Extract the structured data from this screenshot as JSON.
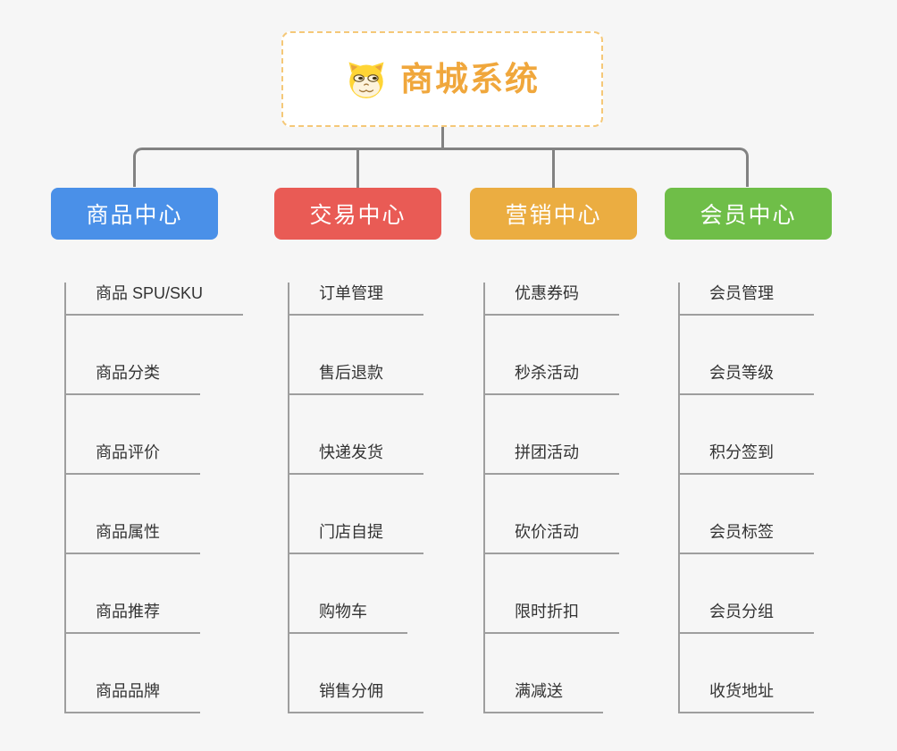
{
  "root": {
    "title": "商城系统",
    "icon": "doge-icon"
  },
  "branches": [
    {
      "id": "product-center",
      "label": "商品中心",
      "color": "#4A90E8",
      "children": [
        "商品 SPU/SKU",
        "商品分类",
        "商品评价",
        "商品属性",
        "商品推荐",
        "商品品牌"
      ]
    },
    {
      "id": "trade-center",
      "label": "交易中心",
      "color": "#E95B55",
      "children": [
        "订单管理",
        "售后退款",
        "快递发货",
        "门店自提",
        "购物车",
        "销售分佣"
      ]
    },
    {
      "id": "marketing-center",
      "label": "营销中心",
      "color": "#EBAD41",
      "children": [
        "优惠券码",
        "秒杀活动",
        "拼团活动",
        "砍价活动",
        "限时折扣",
        "满减送"
      ]
    },
    {
      "id": "member-center",
      "label": "会员中心",
      "color": "#6FBE48",
      "children": [
        "会员管理",
        "会员等级",
        "积分签到",
        "会员标签",
        "会员分组",
        "收货地址"
      ]
    }
  ],
  "colors": {
    "background": "#F6F6F6",
    "connector": "#828282",
    "child_line": "#9E9E9E",
    "child_text": "#333333",
    "root_title": "#F0A73C",
    "root_border": "#F5C878",
    "doge_yellow": "#FFD535"
  }
}
